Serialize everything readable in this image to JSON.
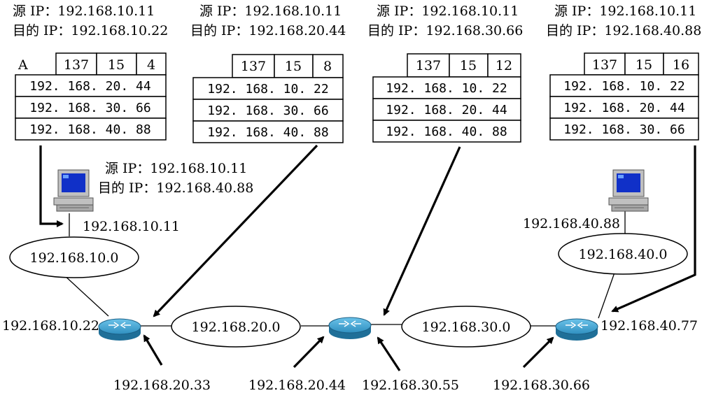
{
  "header_labels": [
    {
      "src_label": "源 IP：",
      "src_ip": "192.168.10.11",
      "dst_label": "目的 IP：",
      "dst_ip": "192.168.10.22"
    },
    {
      "src_label": "源 IP：",
      "src_ip": "192.168.10.11",
      "dst_label": "目的 IP：",
      "dst_ip": "192.168.20.44"
    },
    {
      "src_label": "源 IP：",
      "src_ip": "192.168.10.11",
      "dst_label": "目的 IP：",
      "dst_ip": "192.168.30.66"
    },
    {
      "src_label": "源 IP：",
      "src_ip": "192.168.10.11",
      "dst_label": "目的 IP：",
      "dst_ip": "192.168.40.88"
    }
  ],
  "packets": [
    {
      "tag": "A",
      "fields": [
        "137",
        "15",
        "4"
      ],
      "route": [
        "192. 168. 20. 44",
        "192. 168. 30. 66",
        "192. 168. 40. 88"
      ]
    },
    {
      "tag": "",
      "fields": [
        "137",
        "15",
        "8"
      ],
      "route": [
        "192. 168. 10. 22",
        "192. 168. 30. 66",
        "192. 168. 40. 88"
      ]
    },
    {
      "tag": "",
      "fields": [
        "137",
        "15",
        "12"
      ],
      "route": [
        "192. 168. 10. 22",
        "192. 168. 20. 44",
        "192. 168. 40. 88"
      ]
    },
    {
      "tag": "",
      "fields": [
        "137",
        "15",
        "16"
      ],
      "route": [
        "192. 168. 10. 22",
        "192. 168. 20. 44",
        "192. 168. 30. 66"
      ]
    }
  ],
  "host_header": {
    "src_label": "源 IP：",
    "src_ip": "192.168.10.11",
    "dst_label": "目的 IP：",
    "dst_ip": "192.168.40.88"
  },
  "hosts": [
    {
      "ip": "192.168.10.11"
    },
    {
      "ip": "192.168.40.88"
    }
  ],
  "networks": [
    "192.168.10.0",
    "192.168.20.0",
    "192.168.30.0",
    "192.168.40.0"
  ],
  "interfaces": [
    "192.168.10.22",
    "192.168.20.33",
    "192.168.20.44",
    "192.168.30.55",
    "192.168.30.66",
    "192.168.40.77"
  ],
  "colors": {
    "router": "#3a9bc9",
    "router_dark": "#1f6f98",
    "screen": "#1030c8",
    "computer_body": "#c0c0c0"
  }
}
